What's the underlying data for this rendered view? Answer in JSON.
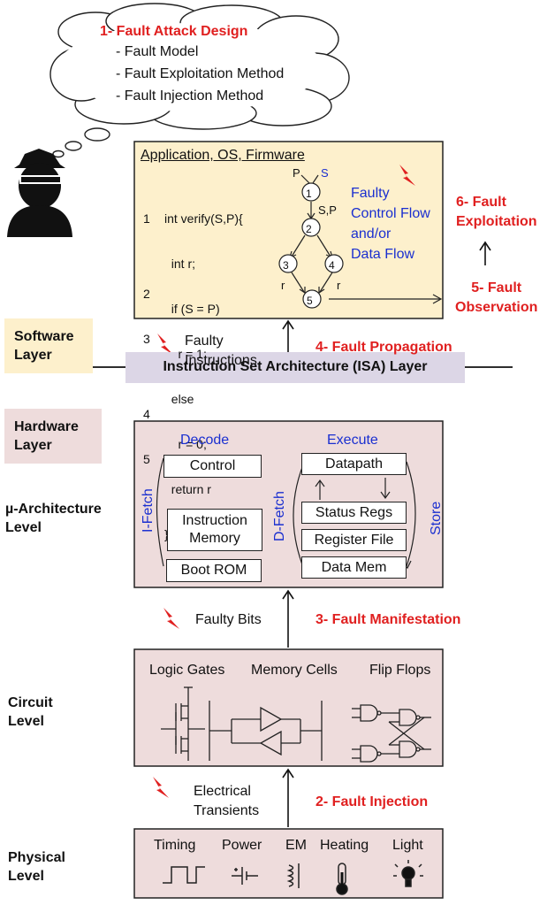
{
  "attack_design": {
    "title": "1- Fault Attack Design",
    "items": [
      "- Fault Model",
      "- Fault Exploitation Method",
      "- Fault Injection Method"
    ]
  },
  "software": {
    "title": "Application, OS, Firmware",
    "line_numbers": [
      "1",
      "",
      "2",
      "3",
      "",
      "4",
      "5",
      ""
    ],
    "code_lines": [
      "int verify(S,P){",
      "  int r;",
      "  if (S = P)",
      "    r = 1;",
      "  else",
      "    r = 0;",
      "  return r",
      "}"
    ],
    "cfg_nodes": [
      "1",
      "2",
      "3",
      "4",
      "5"
    ],
    "cfg_labels": {
      "p": "P",
      "s": "S",
      "sp": "S,P",
      "r_left": "r",
      "r_right": "r"
    },
    "faulty_flow": [
      "Faulty",
      "Control Flow",
      "and/or",
      "Data Flow"
    ]
  },
  "stages": {
    "exploitation": [
      "6- Fault",
      "Exploitation"
    ],
    "observation": [
      "5- Fault",
      "Observation"
    ],
    "propagation": "4- Fault Propagation",
    "manifestation": "3- Fault Manifestation",
    "injection": "2- Fault Injection"
  },
  "layers": {
    "software": [
      "Software",
      "Layer"
    ],
    "isa": "Instruction Set Architecture (ISA) Layer",
    "hardware": [
      "Hardware",
      "Layer"
    ],
    "uarch": [
      "µ-Architecture",
      "Level"
    ],
    "circuit": [
      "Circuit",
      "Level"
    ],
    "physical": [
      "Physical",
      "Level"
    ]
  },
  "transitions": {
    "faulty_instructions": [
      "Faulty",
      "Instructions"
    ],
    "faulty_bits": "Faulty Bits",
    "electrical_transients": [
      "Electrical",
      "Transients"
    ]
  },
  "uarch": {
    "decode": "Decode",
    "execute": "Execute",
    "ifetch": "I-Fetch",
    "dfetch": "D-Fetch",
    "store": "Store",
    "control": "Control",
    "instruction_memory": [
      "Instruction",
      "Memory"
    ],
    "boot_rom": "Boot ROM",
    "datapath": "Datapath",
    "status_regs": "Status Regs",
    "register_file": "Register File",
    "data_mem": "Data Mem"
  },
  "circuit": {
    "logic_gates": "Logic Gates",
    "memory_cells": "Memory Cells",
    "flip_flops": "Flip Flops"
  },
  "physical": {
    "timing": "Timing",
    "power": "Power",
    "em": "EM",
    "heating": "Heating",
    "light": "Light"
  },
  "colors": {
    "stage_red": "#e02020",
    "label_blue": "#1a2fd0",
    "pink_fill": "#eedcdc",
    "cream_fill": "#fdf0cc",
    "isa_fill": "#dcd6e6"
  }
}
